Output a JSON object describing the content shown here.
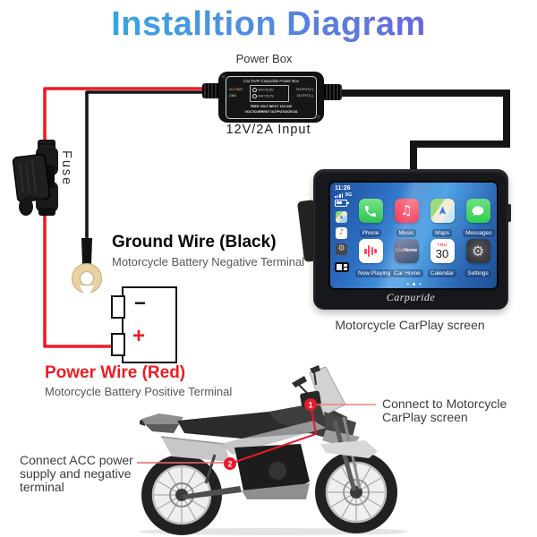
{
  "title": "Installtion Diagram",
  "colors": {
    "title_gradient_start": "#25b1e7",
    "title_gradient_end": "#6b63dc",
    "wire_red": "#ee1c25",
    "wire_black": "#151515",
    "marker_red": "#e8192c",
    "power_wire_text": "#ee1c25",
    "terminal_gold": "#e6d2a2"
  },
  "power_box": {
    "label": "Power Box",
    "input_label": "12V/2A Input",
    "device_title": "Car DVR Carpuride Power Box",
    "pin_acc": "ACC/BAT",
    "pin_gnd": "GND",
    "opt1": "12V=11.8V",
    "opt2": "24V=23.2V",
    "out_pos": "OUTPUT(+)",
    "out_neg": "OUTPUT(-)",
    "footer1": "FREE VOLT INPUT 12V-24V",
    "footer2": "VOLT/CURRENT OUTPUT/DC5V2A"
  },
  "fuse": {
    "label": "Fuse"
  },
  "ground_wire": {
    "title": "Ground Wire (Black)",
    "subtitle": "Motorcycle Battery Negative Terminal"
  },
  "power_wire": {
    "title": "Power Wire (Red)",
    "subtitle": "Motorcycle Battery Positive Terminal"
  },
  "battery": {
    "negative": "−",
    "positive": "+"
  },
  "screen": {
    "caption": "Motorcycle CarPlay screen",
    "brand": "Carpuride",
    "status": {
      "time": "11:26",
      "network": "5G"
    },
    "apps": [
      {
        "label": "Phone"
      },
      {
        "label": "Music"
      },
      {
        "label": "Maps"
      },
      {
        "label": "Messages"
      },
      {
        "label": "Now Playing"
      },
      {
        "label": "Car Home"
      },
      {
        "label": "Calendar"
      },
      {
        "label": "Settings"
      }
    ],
    "carhome": {
      "part1": "Car",
      "part2": "Home"
    },
    "calendar": {
      "day": "THU",
      "date": "30"
    }
  },
  "icons": {
    "music_note": "♫",
    "music_note_small": "♪",
    "gear": "⚙"
  },
  "callouts": {
    "one": {
      "number": "1",
      "line1": "Connect to Motorcycle",
      "line2": "CarPlay screen"
    },
    "two": {
      "number": "2",
      "line1": "Connect ACC power",
      "line2": "supply and negative",
      "line3": "terminal"
    }
  }
}
